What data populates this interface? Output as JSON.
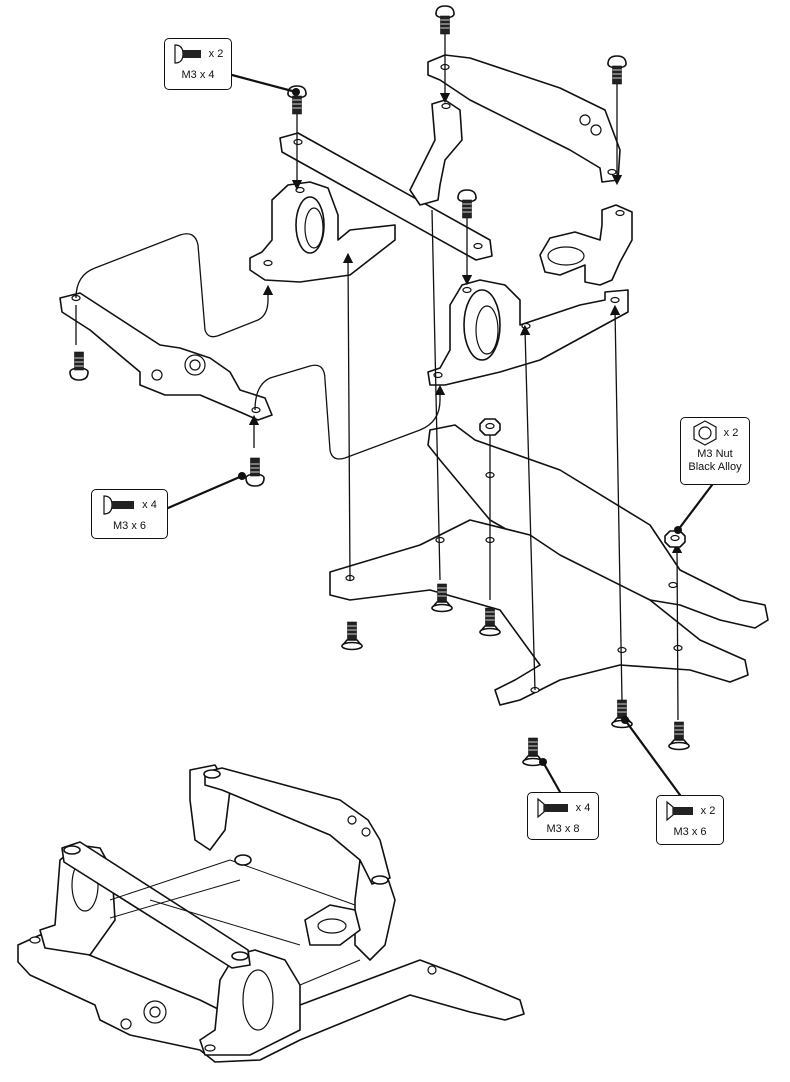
{
  "callouts": {
    "m3x4": {
      "qty": "x 2",
      "spec": "M3 x 4",
      "icon": "button-head-screw-icon"
    },
    "m3x6_button": {
      "qty": "x 4",
      "spec": "M3 x 6",
      "icon": "button-head-screw-icon"
    },
    "m3_nut": {
      "qty": "x 2",
      "spec_line1": "M3 Nut",
      "spec_line2": "Black Alloy",
      "icon": "hex-nut-icon"
    },
    "m3x8": {
      "qty": "x 4",
      "spec": "M3 x 8",
      "icon": "flat-head-screw-icon"
    },
    "m3x6_flat": {
      "qty": "x 2",
      "spec": "M3 x 6",
      "icon": "flat-head-screw-icon"
    }
  },
  "colors": {
    "ink": "#111111",
    "paper": "#ffffff"
  }
}
